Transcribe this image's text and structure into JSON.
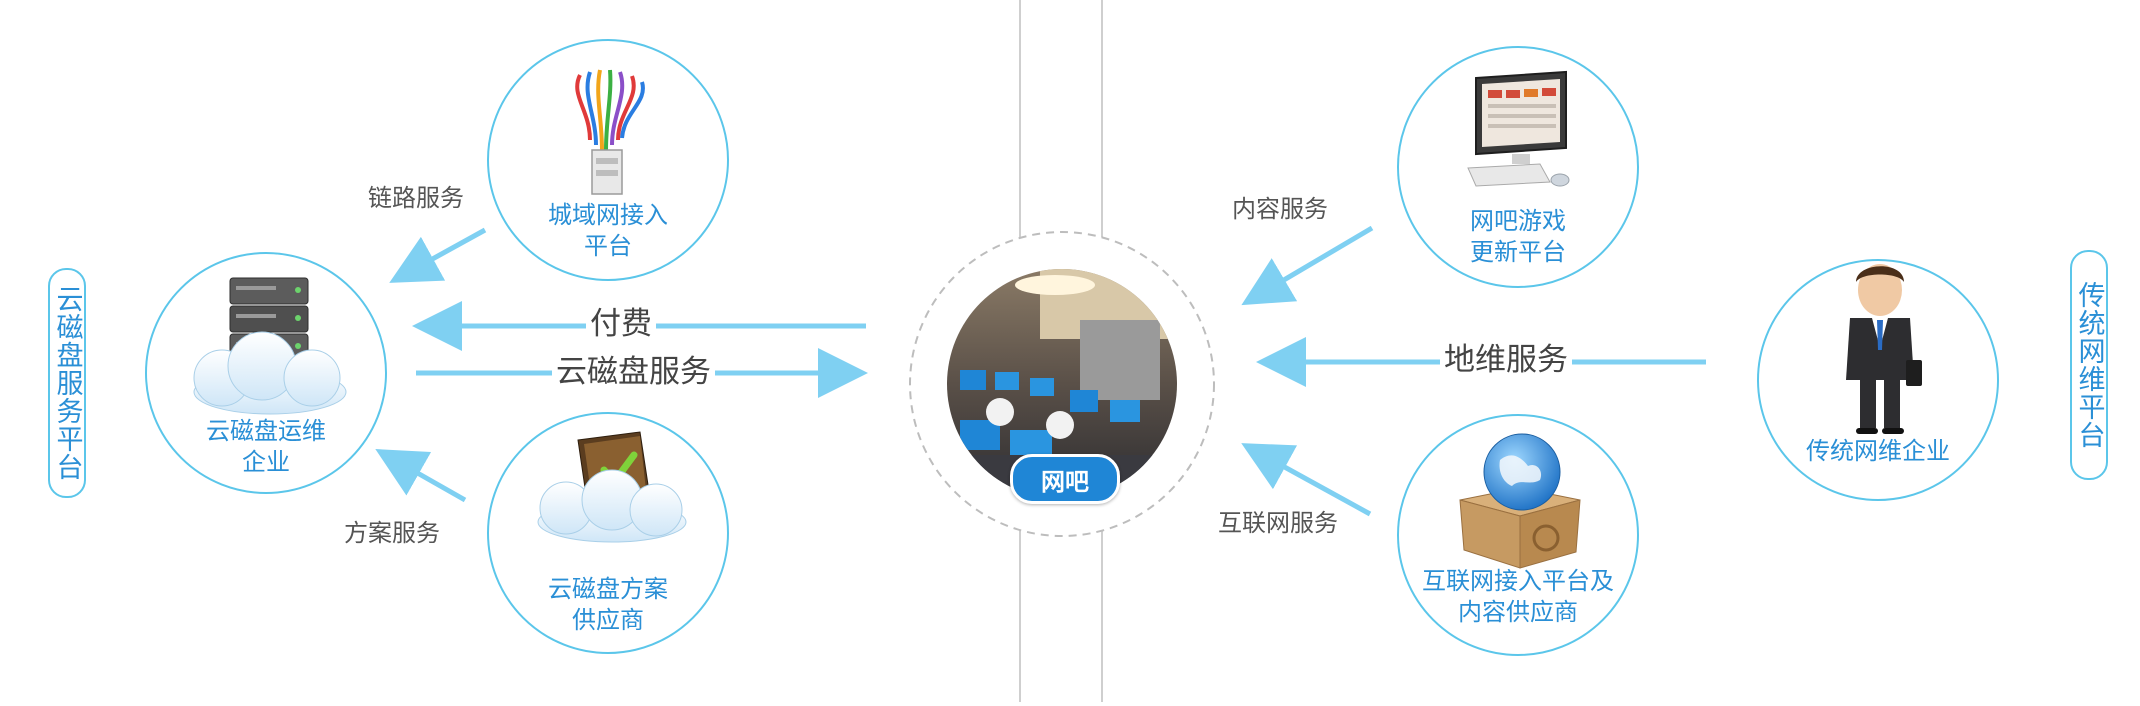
{
  "colors": {
    "accent": "#5bc6ea",
    "arrow": "#7fd0f2",
    "text_blue": "#2a8fd6",
    "badge": "#1f86d6"
  },
  "left_panel_label": "云磁盘服务平台",
  "right_panel_label": "传统网维平台",
  "center": {
    "badge": "网吧",
    "photo": "internet-cafe-photo"
  },
  "nodes": {
    "metro": {
      "label": "城域网接入\n平台",
      "icon": "network-cable-icon"
    },
    "cloud_ops": {
      "label": "云磁盘运维\n企业",
      "icon": "server-cloud-icon"
    },
    "cloud_solution": {
      "label": "云磁盘方案\n供应商",
      "icon": "book-cloud-icon"
    },
    "game_update": {
      "label": "网吧游戏\n更新平台",
      "icon": "computer-monitor-icon"
    },
    "traditional": {
      "label": "传统网维企业",
      "icon": "businessman-icon"
    },
    "internet": {
      "label": "互联网接入平台及\n内容供应商",
      "icon": "globe-box-icon"
    }
  },
  "edges": {
    "link_service": "链路服务",
    "solution_service": "方案服务",
    "pay": "付费",
    "cloud_disk_service": "云磁盘服务",
    "content_service": "内容服务",
    "maintenance_service": "地维服务",
    "internet_service": "互联网服务"
  }
}
